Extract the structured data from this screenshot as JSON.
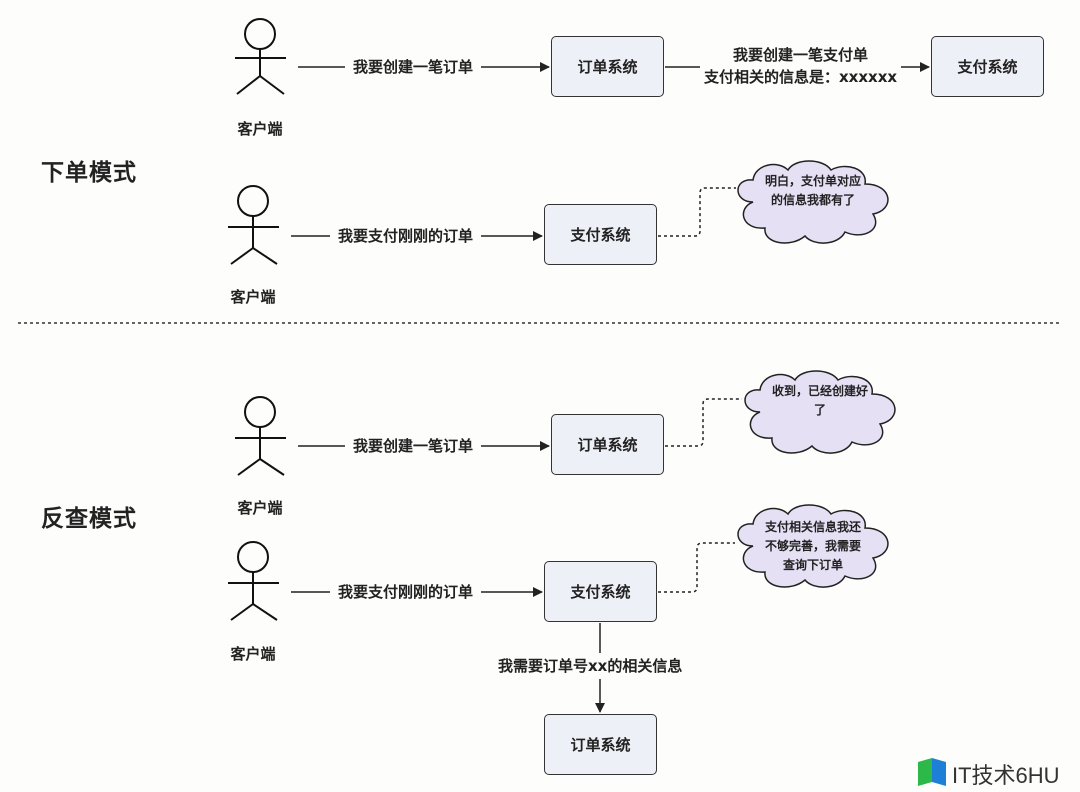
{
  "sections": [
    {
      "title": "下单模式"
    },
    {
      "title": "反查模式"
    }
  ],
  "actors": [
    {
      "label": "客户端"
    },
    {
      "label": "客户端"
    },
    {
      "label": "客户端"
    },
    {
      "label": "客户端"
    }
  ],
  "systems": {
    "s1_order": "订单系统",
    "s1_pay": "支付系统",
    "s2_pay": "支付系统",
    "s3_order": "订单系统",
    "s4_pay": "支付系统",
    "s4_order": "订单系统"
  },
  "edges": {
    "e1": "我要创建一笔订单",
    "e2_line1": "我要创建一笔支付单",
    "e2_line2": "支付相关的信息是：xxxxxx",
    "e3": "我要支付刚刚的订单",
    "e4": "我要创建一笔订单",
    "e5": "我要支付刚刚的订单",
    "e6": "我需要订单号xx的相关信息"
  },
  "clouds": {
    "c1_line1": "明白，支付单对应",
    "c1_line2": "的信息我都有了",
    "c2_line1": "收到，已经创建好",
    "c2_line2": "了",
    "c3_line1": "支付相关信息我还",
    "c3_line2": "不够完善，我需要",
    "c3_line3": "查询下订单"
  },
  "colors": {
    "box_fill": "#eef0f7",
    "cloud_fill": "#e6e0f5",
    "stroke": "#222222"
  },
  "watermark": {
    "text": "IT技术6HU"
  }
}
